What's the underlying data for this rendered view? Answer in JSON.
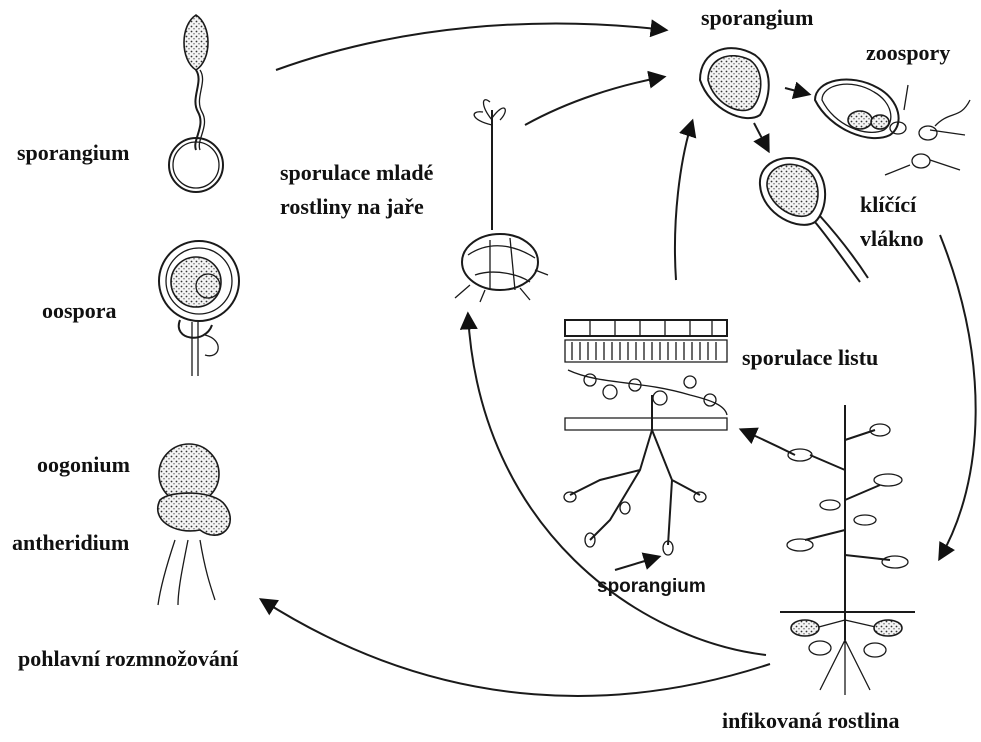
{
  "labels": {
    "sporangium_left": "sporangium",
    "oospora": "oospora",
    "oogonium": "oogonium",
    "antheridium": "antheridium",
    "pohlavni": "pohlavní rozmnožování",
    "sporulace_mlade_1": "sporulace mladé",
    "sporulace_mlade_2": "rostliny na jaře",
    "sporangium_top": "sporangium",
    "zoospory": "zoospory",
    "klicici_1": "klíčící",
    "klicici_2": "vlákno",
    "sporulace_listu": "sporulace listu",
    "sporangium_leaf": "sporangium",
    "infikovana": "infikovaná rostlina"
  }
}
